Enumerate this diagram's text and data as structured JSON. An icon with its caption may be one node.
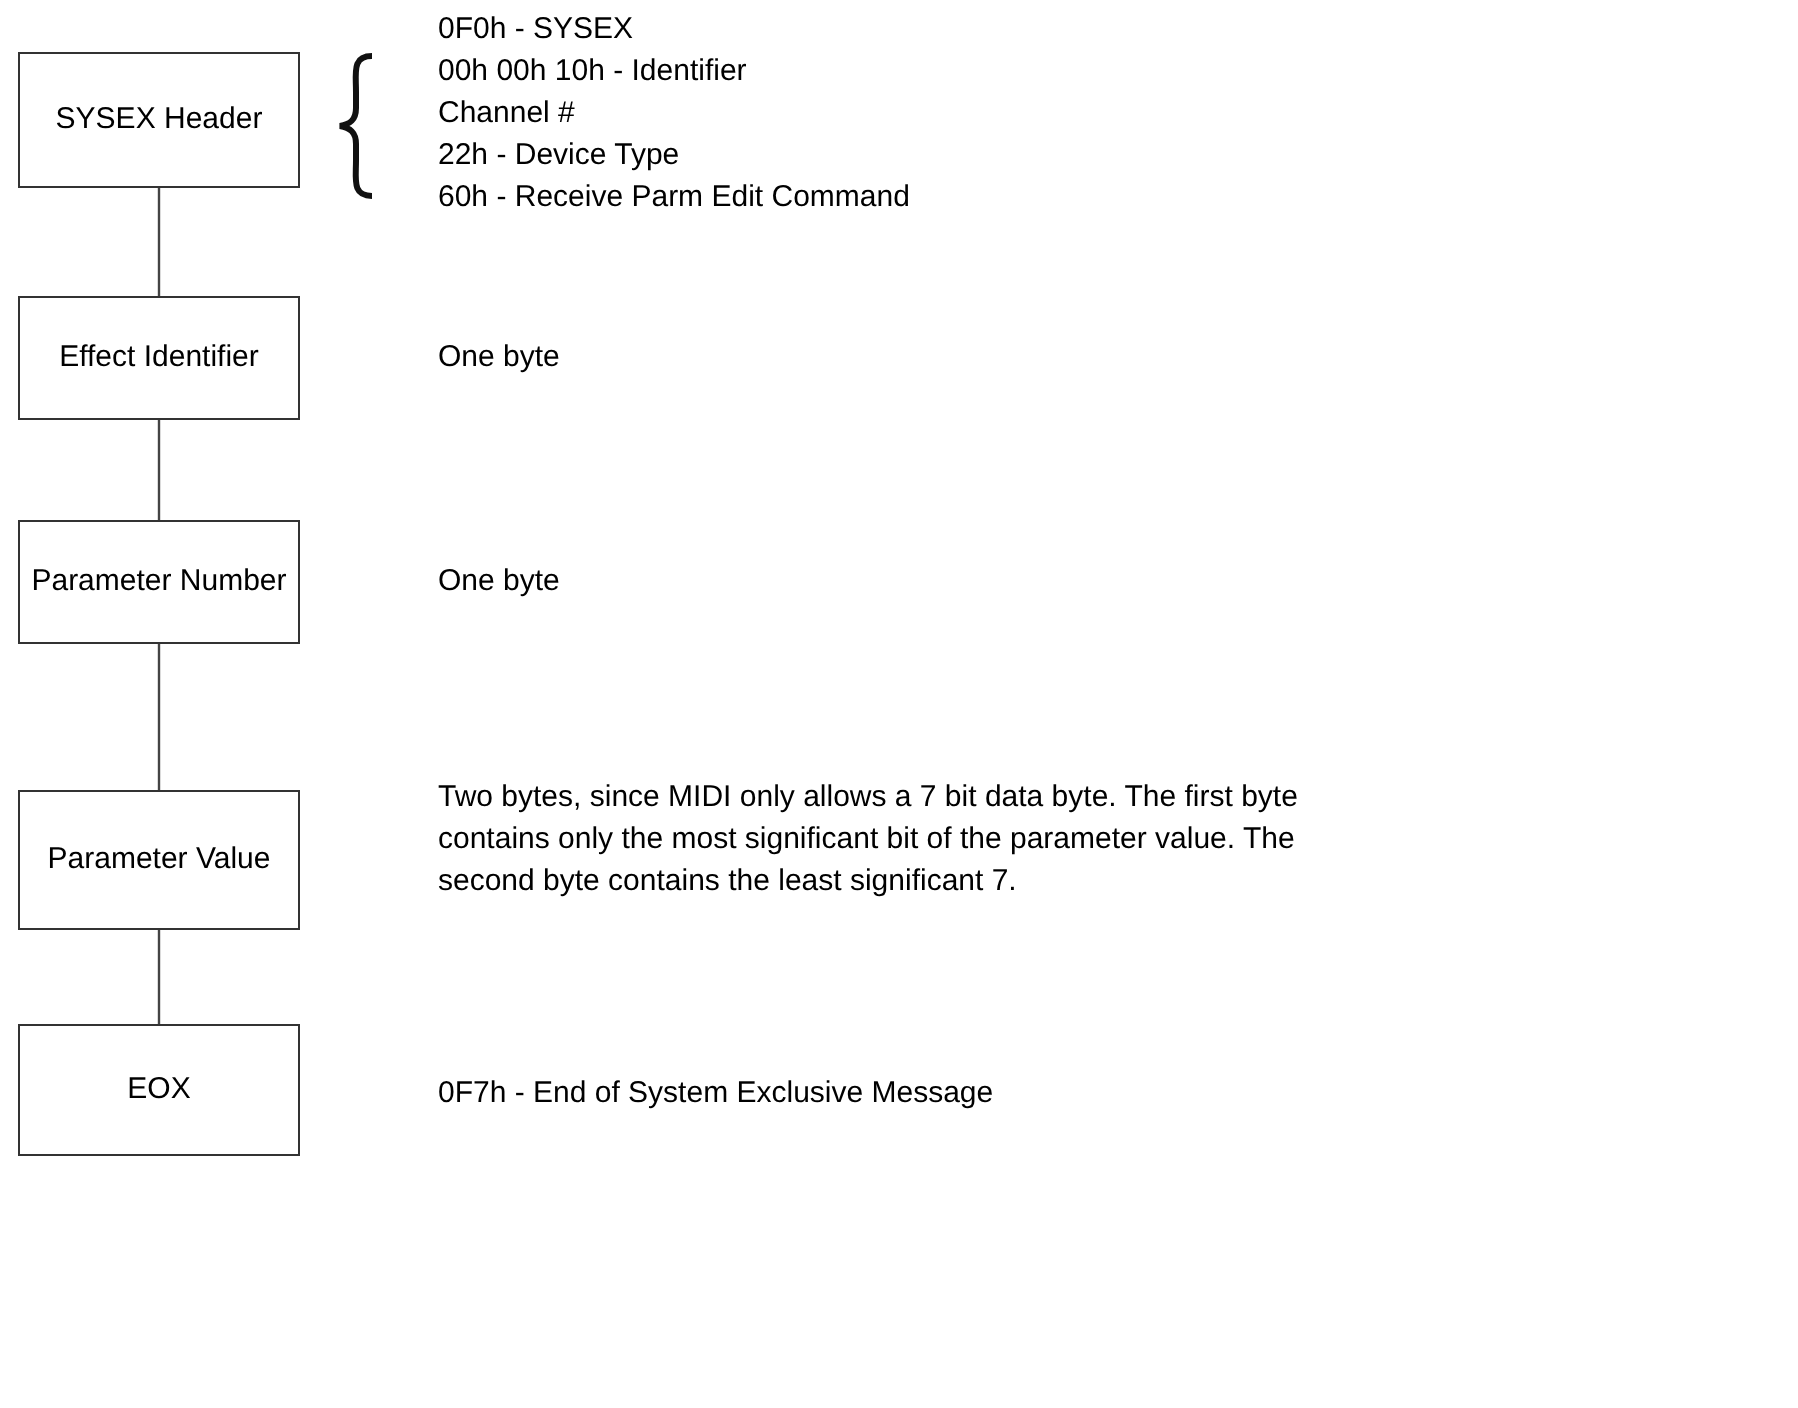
{
  "diagram": {
    "nodes": [
      {
        "text": [
          "SYSEX Header"
        ],
        "beside": [
          "0F0h - SYSEX",
          "00h 00h 10h - Identifier",
          "Channel #",
          "22h - Device Type",
          "60h - Receive Parm Edit Command"
        ]
      },
      {
        "text": [
          "Effect Identifier"
        ]
      },
      {
        "text": [
          "Parameter Number"
        ]
      },
      {
        "text": [
          "Parameter Value"
        ]
      },
      {
        "text": [
          "EOX"
        ]
      }
    ],
    "edges": [
      {
        "from": 0,
        "to": 1,
        "arrow": "none"
      },
      {
        "from": 1,
        "to": 2,
        "arrow": "none"
      },
      {
        "from": 2,
        "to": 3,
        "arrow": "none"
      },
      {
        "from": 3,
        "to": 4,
        "arrow": "none"
      }
    ],
    "labels": [
      "One byte",
      "One byte",
      "Two bytes, since MIDI only allows a 7 bit data byte. The first byte contains only the most significant bit of the parameter value. The second byte contains the least significant 7.",
      "0F7h - End of System Exclusive Message"
    ]
  }
}
